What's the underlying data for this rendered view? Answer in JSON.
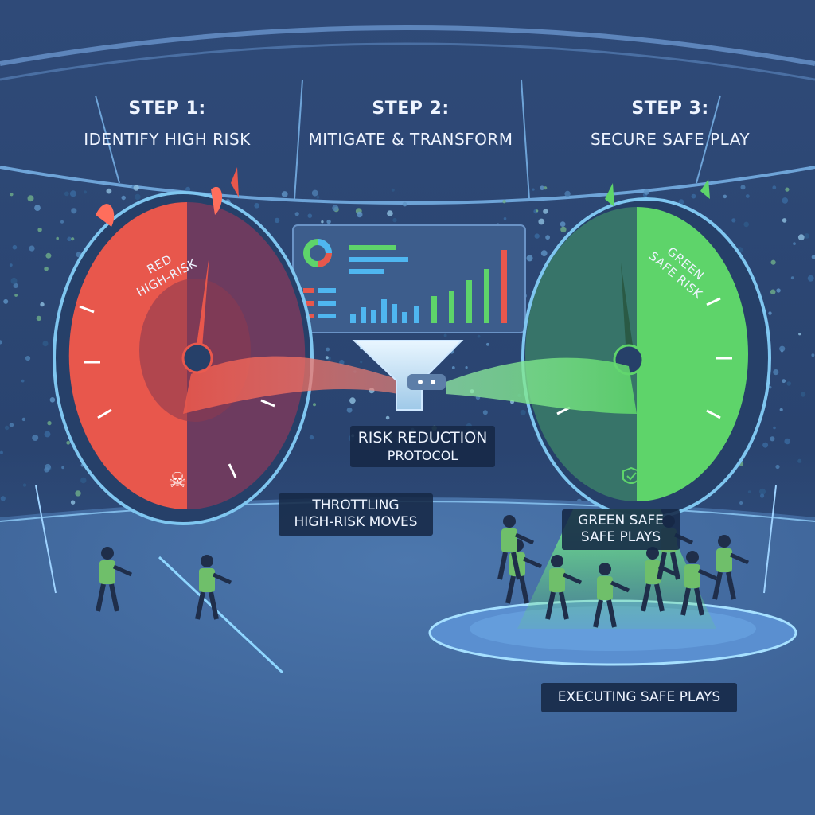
{
  "steps": [
    {
      "number": "STEP 1:",
      "title": "IDENTIFY HIGH RISK"
    },
    {
      "number": "STEP 2:",
      "title": "MITIGATE & TRANSFORM"
    },
    {
      "number": "STEP 3:",
      "title": "SECURE SAFE PLAY"
    }
  ],
  "dials": {
    "red": {
      "label_line1": "RED",
      "label_line2": "HIGH-RISK",
      "icon": "skull-icon",
      "color": "#e8574c"
    },
    "green": {
      "label_line1": "GREEN",
      "label_line2": "SAFE RISK",
      "icon": "shield-check-icon",
      "color": "#5ed46a"
    }
  },
  "funnel": {
    "label_line1": "RISK REDUCTION",
    "label_line2": "PROTOCOL"
  },
  "callouts": {
    "throttling": {
      "line1": "THROTTLING",
      "line2": "HIGH-RISK MOVES"
    },
    "green_safe": {
      "line1": "GREEN SAFE",
      "line2": "SAFE PLAYS"
    },
    "executing": "EXECUTING SAFE PLAYS"
  },
  "colors": {
    "background": "#2c4470",
    "risk_red": "#e8574c",
    "safe_green": "#5ed46a",
    "accent_blue": "#6ec9ff"
  }
}
